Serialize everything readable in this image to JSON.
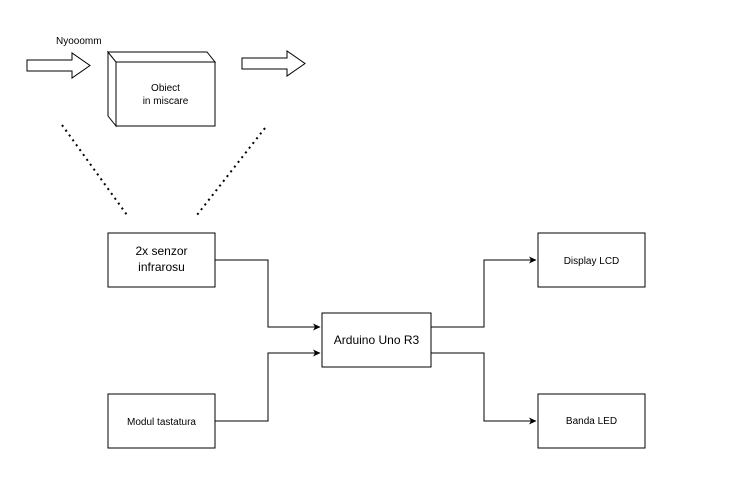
{
  "labels": {
    "motion_text": "Nyooomm",
    "moving_object_line1": "Obiect",
    "moving_object_line2": "in miscare",
    "ir_sensor_line1": "2x senzor",
    "ir_sensor_line2": "infrarosu",
    "keypad_module": "Modul tastatura",
    "arduino": "Arduino Uno R3",
    "lcd_display": "Display LCD",
    "led_strip": "Banda LED"
  },
  "colors": {
    "stroke": "#000000",
    "fill": "#ffffff",
    "text": "#000000"
  }
}
